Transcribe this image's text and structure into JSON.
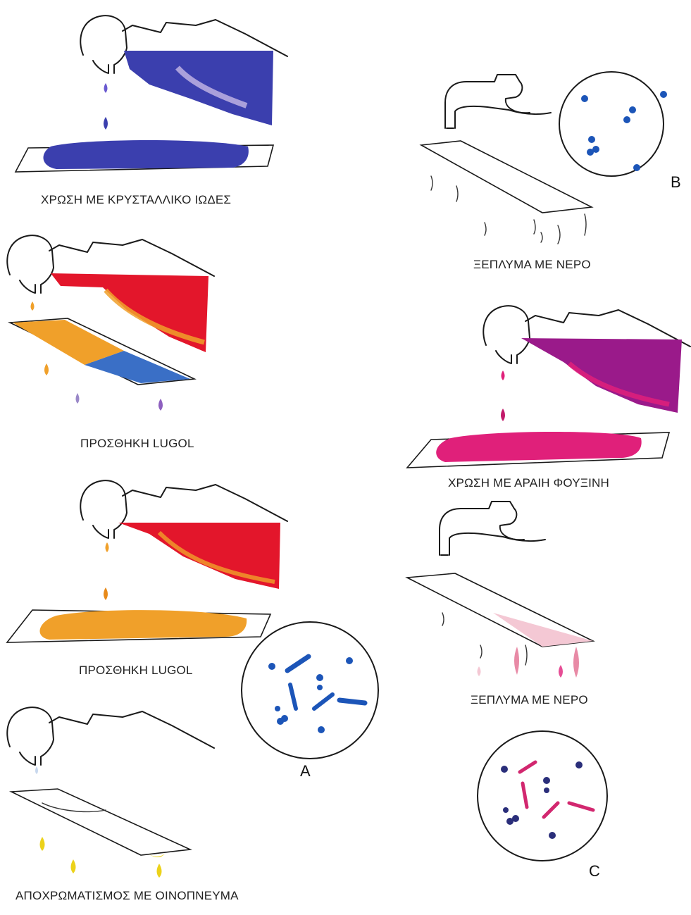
{
  "steps": {
    "crystal_violet": "ΧΡΩΣΗ ΜΕ ΚΡΥΣΤΑΛΛΙΚΟ ΙΩΔΕΣ",
    "lugol_1": "ΠΡΟΣΘΗΚΗ LUGOL",
    "lugol_2": "ΠΡΟΣΘΗΚΗ LUGOL",
    "decolorize": "ΑΠΟΧΡΩΜΑΤΙΣΜΟΣ ΜΕ ΟΙΝΟΠΝΕΥΜΑ",
    "rinse_1": "ΞΕΠΛΥΜΑ ΜΕ ΝΕΡΟ",
    "fuchsin": "ΧΡΩΣΗ ΜΕ ΑΡΑΙΗ ΦΟΥΞΙΝΗ",
    "rinse_2": "ΞΕΠΛΥΜΑ ΜΕ ΝΕΡΟ"
  },
  "panel_labels": {
    "a": "A",
    "b": "B",
    "c": "C"
  },
  "colors": {
    "violet": "#3b3fae",
    "red": "#e3162b",
    "orange": "#f0a02a",
    "yellow": "#ecd21a",
    "magenta": "#9a1a8a",
    "pink": "#e0207a",
    "blue_cell": "#1c55b8",
    "pink_cell": "#d2276f",
    "dark_cell": "#2a2e7a"
  }
}
